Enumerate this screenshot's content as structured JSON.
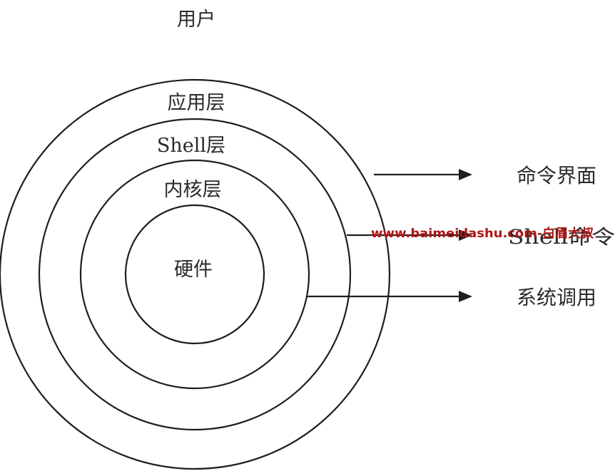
{
  "diagram": {
    "top_label": "用户",
    "rings": {
      "application": "应用层",
      "shell": "Shell层",
      "kernel": "内核层",
      "hardware": "硬件"
    },
    "interfaces": {
      "command_interface": "命令界面",
      "shell_command": "Shell命令",
      "system_call": "系统调用"
    },
    "colors": {
      "stroke": "#1e1e1e",
      "text": "#2a2a2a",
      "watermark": "#b01515"
    }
  },
  "watermark": {
    "text": "www.baimeidashu.com-白眉大叔"
  }
}
